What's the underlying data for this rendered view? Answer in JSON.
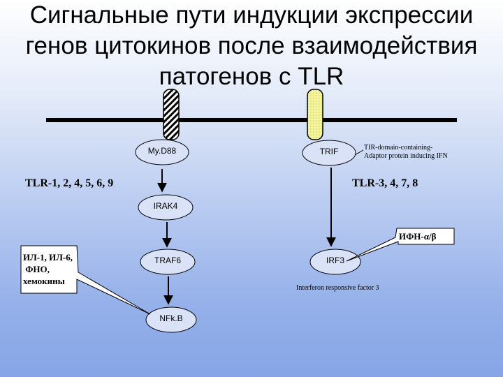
{
  "title": {
    "lines": [
      "Сигнальные пути индукции экспрессии",
      "генов цитокинов после взаимодействия",
      "патогенов с TLR"
    ]
  },
  "nodes": {
    "myd88": "My.D88",
    "trif": "TRIF",
    "irak4": "IRAK4",
    "traf6": "TRAF6",
    "nfkb": "NFk.B",
    "irf3": "IRF3"
  },
  "labels": {
    "tlr_left": "TLR-1, 2, 4, 5, 6, 9",
    "tlr_right": "TLR-3, 4, 7, 8",
    "trif_desc_1": "TIR-domain-containing-",
    "trif_desc_2": "Adaptor protein inducing IFN",
    "ifn": "ИФН-α/β",
    "irf3_desc": "Interferon responsive factor 3",
    "callout_1": "ИЛ-1, ИЛ-6,",
    "callout_2": " ФНО,",
    "callout_3": "хемокины"
  },
  "colors": {
    "membrane": "#000000",
    "receptor_left_fill": "#6a6a6a",
    "receptor_right_fill": "#f2f29a",
    "node_fill": "#d9e2f6"
  }
}
